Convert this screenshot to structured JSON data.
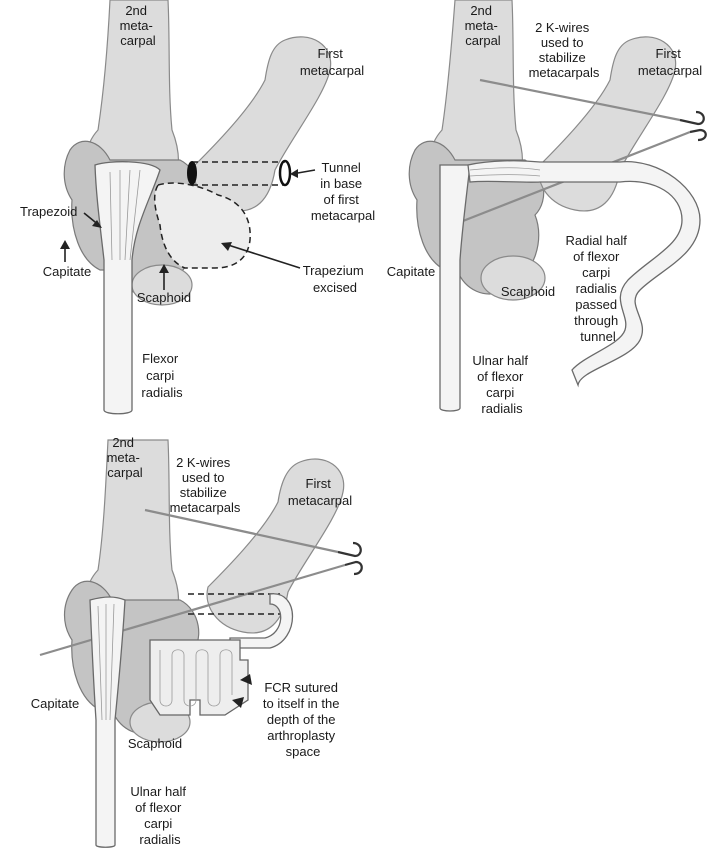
{
  "panel_a": {
    "label_2nd_metacarpal": [
      "2nd",
      "meta-",
      "carpal"
    ],
    "label_first_metacarpal": [
      "First",
      "metacarpal"
    ],
    "label_tunnel": [
      "Tunnel",
      "in base",
      "of first",
      "metacarpal"
    ],
    "label_trapezoid": "Trapezoid",
    "label_capitate": "Capitate",
    "label_scaphoid": "Scaphoid",
    "label_trapezium_excised": [
      "Trapezium",
      "excised"
    ],
    "label_fcr": [
      "Flexor",
      "carpi",
      "radialis"
    ]
  },
  "panel_b": {
    "label_2nd_metacarpal": [
      "2nd",
      "meta-",
      "carpal"
    ],
    "label_kwires": [
      "2 K-wires",
      "used to",
      "stabilize",
      "metacarpals"
    ],
    "label_first_metacarpal": [
      "First",
      "metacarpal"
    ],
    "label_capitate": "Capitate",
    "label_scaphoid": "Scaphoid",
    "label_radial_half": [
      "Radial half",
      "of flexor",
      "carpi",
      "radialis",
      "passed",
      "through",
      "tunnel"
    ],
    "label_ulnar_half": [
      "Ulnar half",
      "of flexor",
      "carpi",
      "radialis"
    ]
  },
  "panel_c": {
    "label_2nd_metacarpal": [
      "2nd",
      "meta-",
      "carpal"
    ],
    "label_kwires": [
      "2 K-wires",
      "used to",
      "stabilize",
      "metacarpals"
    ],
    "label_first_metacarpal": [
      "First",
      "metacarpal"
    ],
    "label_capitate": "Capitate",
    "label_scaphoid": "Scaphoid",
    "label_fcr_sutured": [
      "FCR sutured",
      "to itself in the",
      "depth of the",
      "arthroplasty",
      "space"
    ],
    "label_ulnar_half": [
      "Ulnar half",
      "of flexor",
      "carpi",
      "radialis"
    ]
  }
}
